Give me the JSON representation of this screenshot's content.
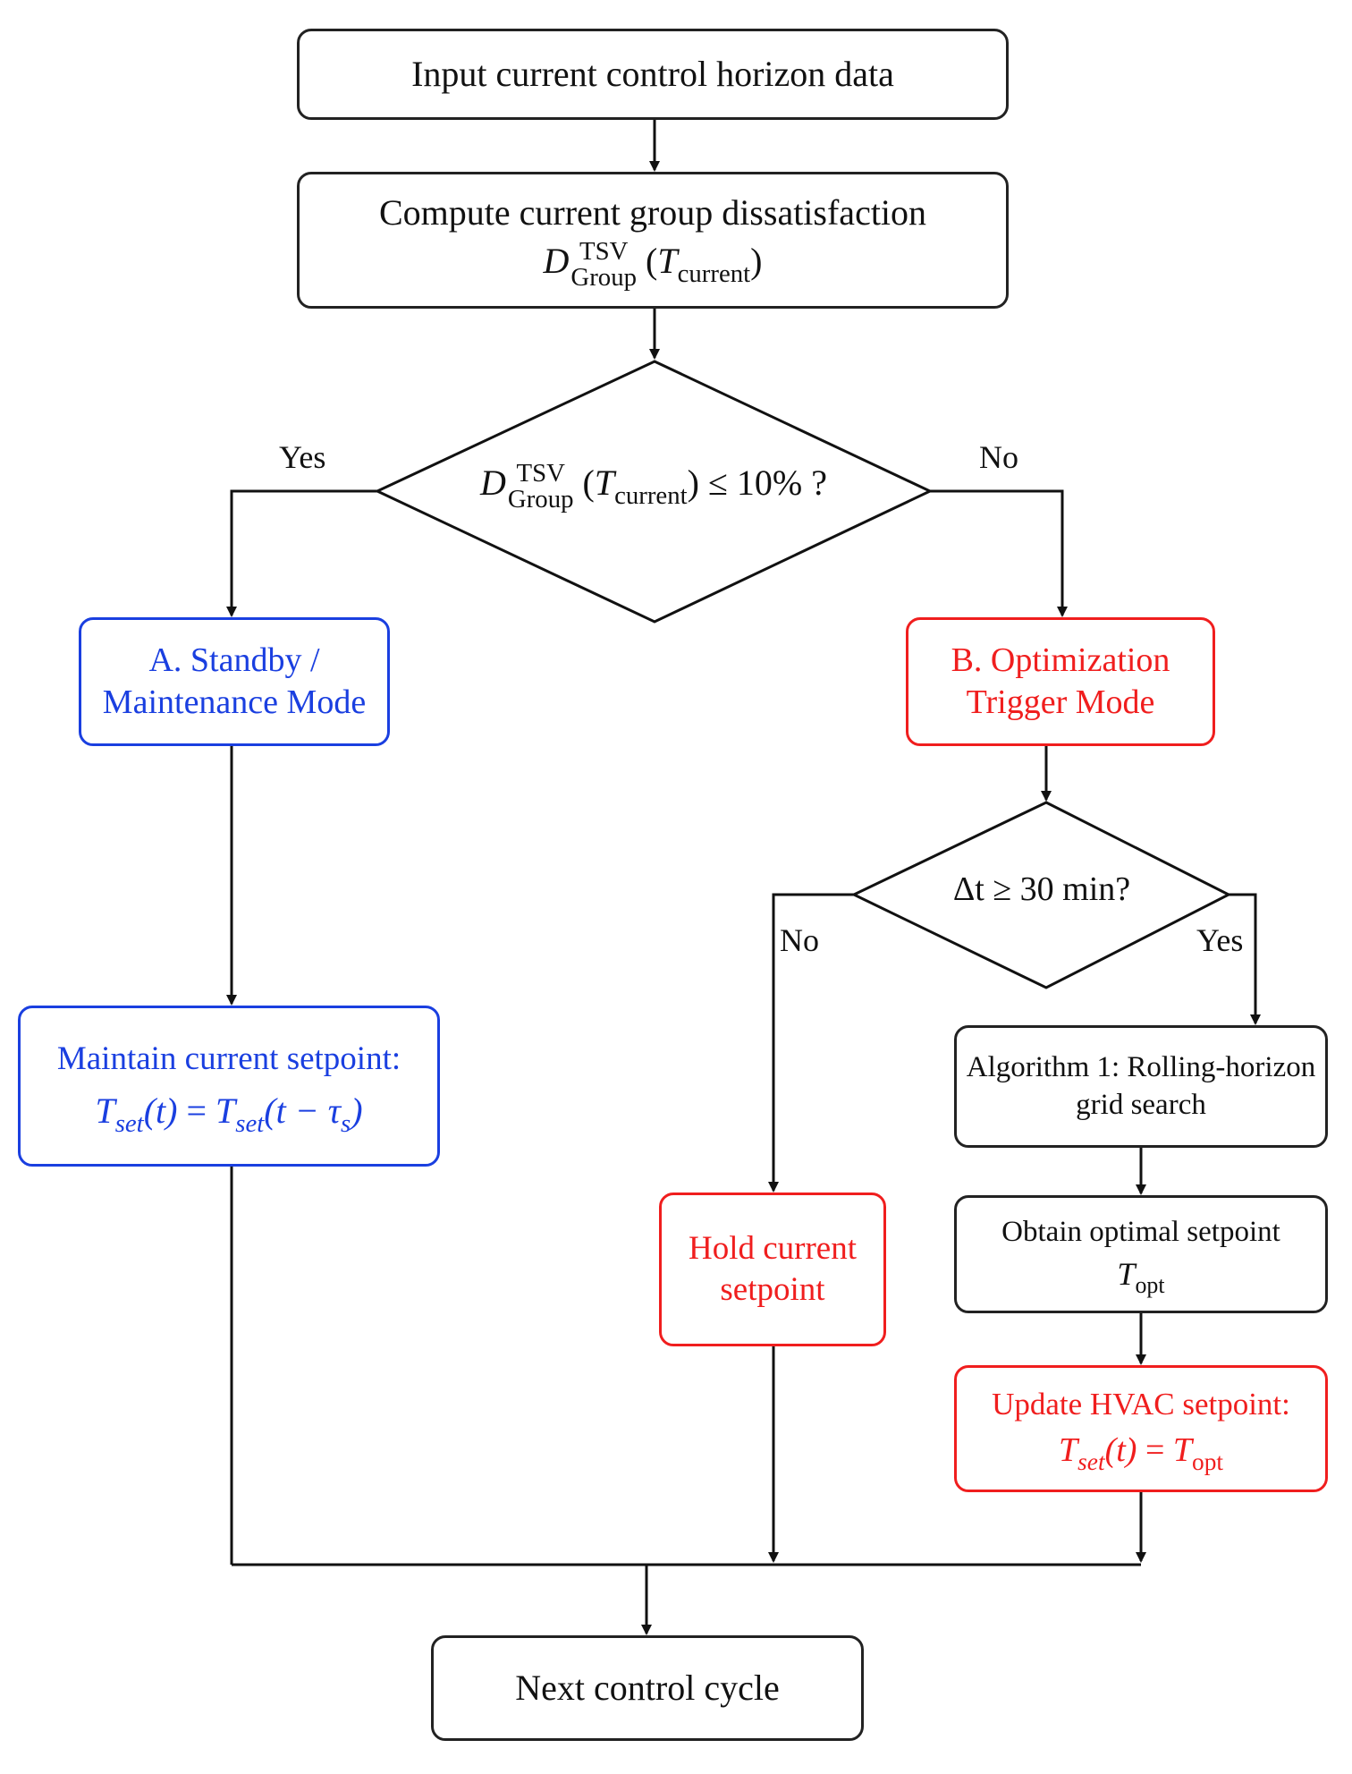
{
  "nodes": {
    "input": "Input current control horizon data",
    "compute_line1": "Compute current group dissatisfaction",
    "compute_formula": {
      "symbol": "D",
      "sup": "TSV",
      "sub": "Group",
      "var": "T",
      "var_sub": "current"
    },
    "decision1": {
      "symbol": "D",
      "sup": "TSV",
      "sub": "Group",
      "var": "T",
      "var_sub": "current",
      "cmp": "≤ 10% ?"
    },
    "standby_line1": "A. Standby /",
    "standby_line2": "Maintenance Mode",
    "optimization_line1": "B. Optimization",
    "optimization_line2": "Trigger Mode",
    "maintain_line1": "Maintain current setpoint:",
    "maintain_formula": {
      "lhs": "T",
      "lhs_sub": "set",
      "lhs_arg": "(t)",
      "eq": "=",
      "rhs": "T",
      "rhs_sub": "set",
      "rhs_arg_open": "(t − τ",
      "rhs_arg_sub": "s",
      "rhs_arg_close": ")"
    },
    "decision2": "Δt ≥ 30 min?",
    "hold_line1": "Hold current",
    "hold_line2": "setpoint",
    "algorithm_line1": "Algorithm 1: Rolling-horizon",
    "algorithm_line2": "grid search",
    "obtain_line1": "Obtain optimal setpoint",
    "obtain_formula": {
      "symbol": "T",
      "sub": "opt"
    },
    "update_line1": "Update HVAC setpoint:",
    "update_formula": {
      "lhs": "T",
      "lhs_sub": "set",
      "lhs_arg": "(t)",
      "eq": "=",
      "rhs": "T",
      "rhs_sub": "opt"
    },
    "next": "Next control cycle"
  },
  "labels": {
    "yes_left": "Yes",
    "no_right": "No",
    "no_lower": "No",
    "yes_lower": "Yes"
  },
  "colors": {
    "standby": "#1a3fe0",
    "optimization": "#f01e1e",
    "neutral": "#222222"
  }
}
